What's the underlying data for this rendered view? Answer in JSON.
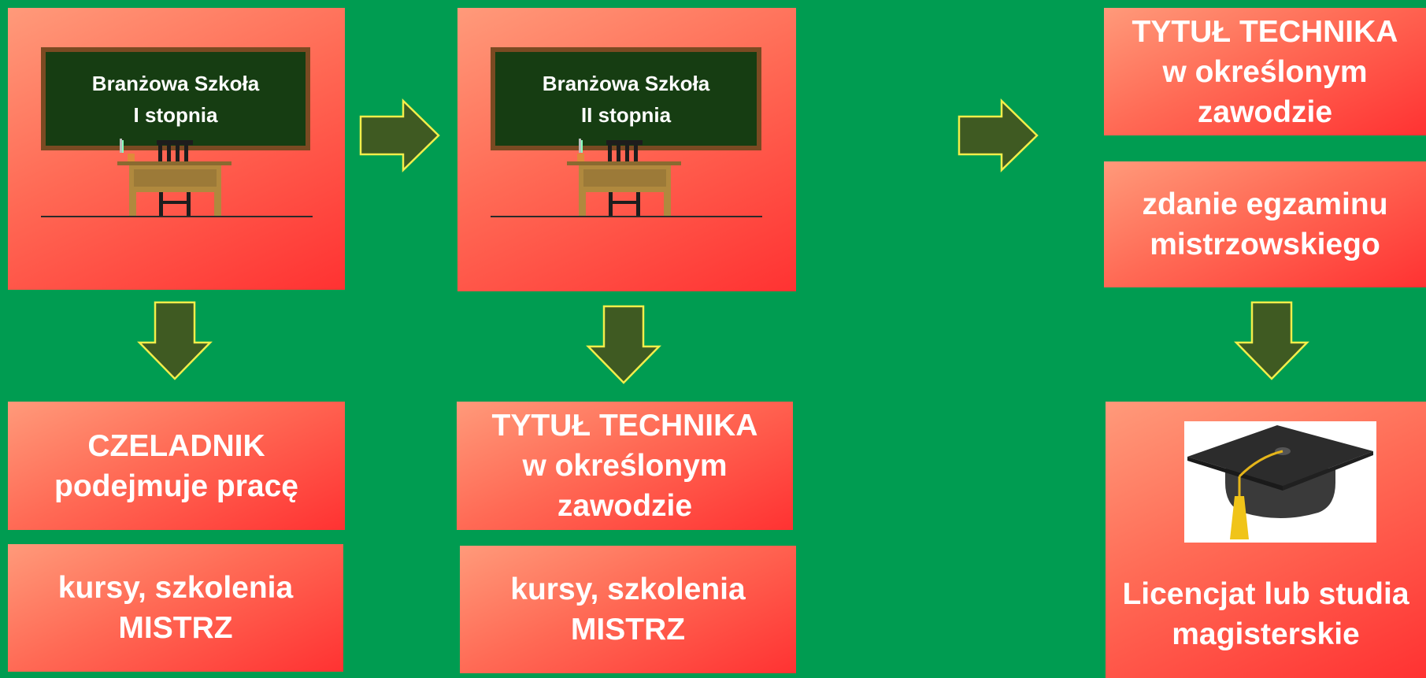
{
  "colors": {
    "background": "#009c51",
    "box_gradient": [
      "#ff9a7a",
      "#ff3232"
    ],
    "arrow_fill": "#3f5a22",
    "arrow_stroke": "#f2ee4a",
    "chalkboard": "#163d12",
    "frame": "#7a4a22"
  },
  "school1": {
    "board_text": "Branżowa Szkoła\nI stopnia"
  },
  "school2": {
    "board_text": "Branżowa Szkoła\nII stopnia"
  },
  "col1": {
    "outcome": "CZELADNIK\npodejmuje pracę",
    "courses": "kursy, szkolenia\nMISTRZ"
  },
  "col2": {
    "outcome": "TYTUŁ TECHNIKA\nw określonym\nzawodzie",
    "courses": "kursy, szkolenia\nMISTRZ"
  },
  "col3": {
    "title": "TYTUŁ TECHNIKA\nw określonym\nzawodzie",
    "exam": "zdanie egzaminu\nmistrzowskiego",
    "studies": "Licencjat lub studia\nmagisterskie"
  },
  "icons": {
    "classroom": "chalkboard-desk-icon",
    "graduation": "graduation-cap-icon",
    "arrow_right": "arrow-right-icon",
    "arrow_down": "arrow-down-icon"
  }
}
